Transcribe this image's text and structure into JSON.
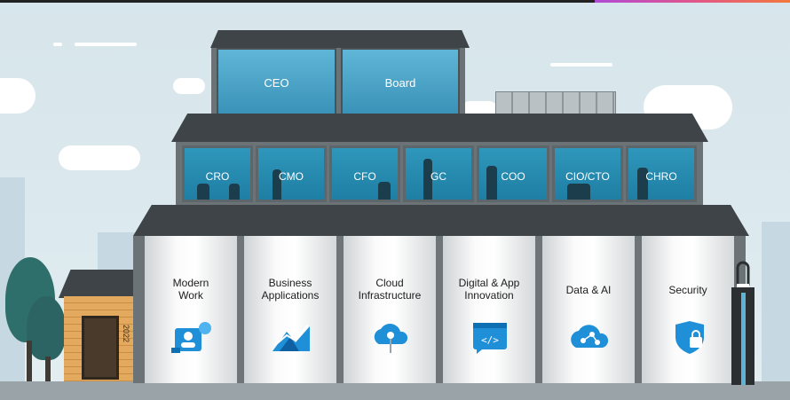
{
  "executive_floor": [
    {
      "label": "CEO"
    },
    {
      "label": "Board"
    }
  ],
  "c_suite": [
    {
      "label": "CRO"
    },
    {
      "label": "CMO"
    },
    {
      "label": "CFO"
    },
    {
      "label": "GC"
    },
    {
      "label": "COO"
    },
    {
      "label": "CIO/CTO"
    },
    {
      "label": "CHRO"
    }
  ],
  "pillars": [
    {
      "label": "Modern\nWork",
      "icon": "user-card-icon"
    },
    {
      "label": "Business\nApplications",
      "icon": "mountain-chart-icon"
    },
    {
      "label": "Cloud\nInfrastructure",
      "icon": "cloud-upload-icon"
    },
    {
      "label": "Digital & App\nInnovation",
      "icon": "code-window-icon"
    },
    {
      "label": "Data & AI",
      "icon": "cloud-network-icon"
    },
    {
      "label": "Security",
      "icon": "shield-lock-icon"
    }
  ],
  "shed": {
    "year": "2022"
  },
  "colors": {
    "glass": "#3a92b8",
    "roof": "#3e4447",
    "icon_blue": "#1f8fd8"
  }
}
